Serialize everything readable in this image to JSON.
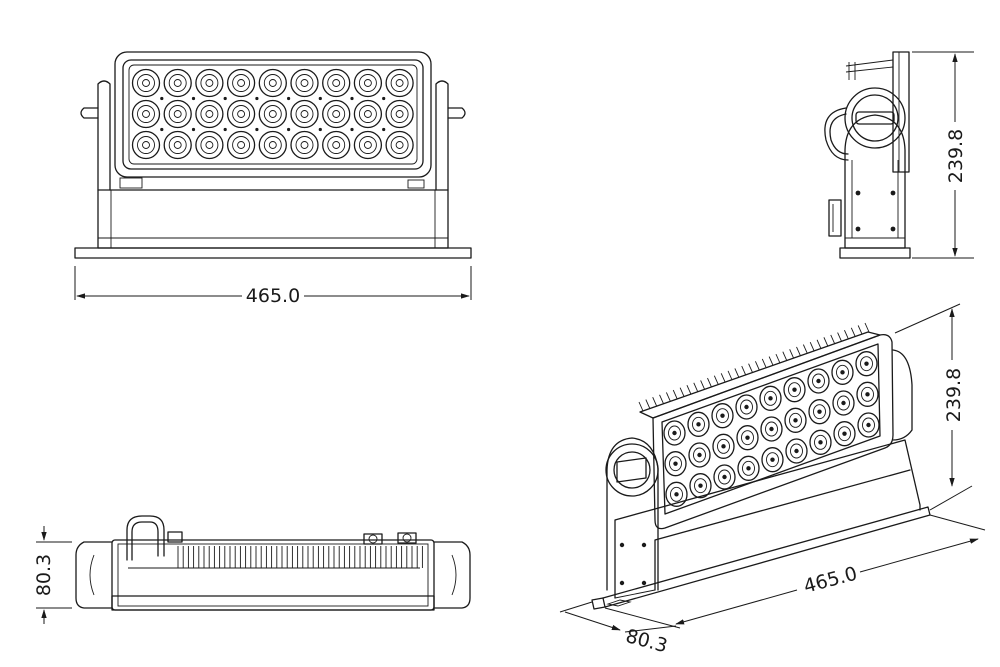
{
  "dimensions": {
    "width": "465.0",
    "height": "239.8",
    "depth": "80.3"
  },
  "led_grid": {
    "rows": 3,
    "cols": 9
  },
  "colors": {
    "line": "#1a1a1a",
    "background": "#ffffff"
  }
}
